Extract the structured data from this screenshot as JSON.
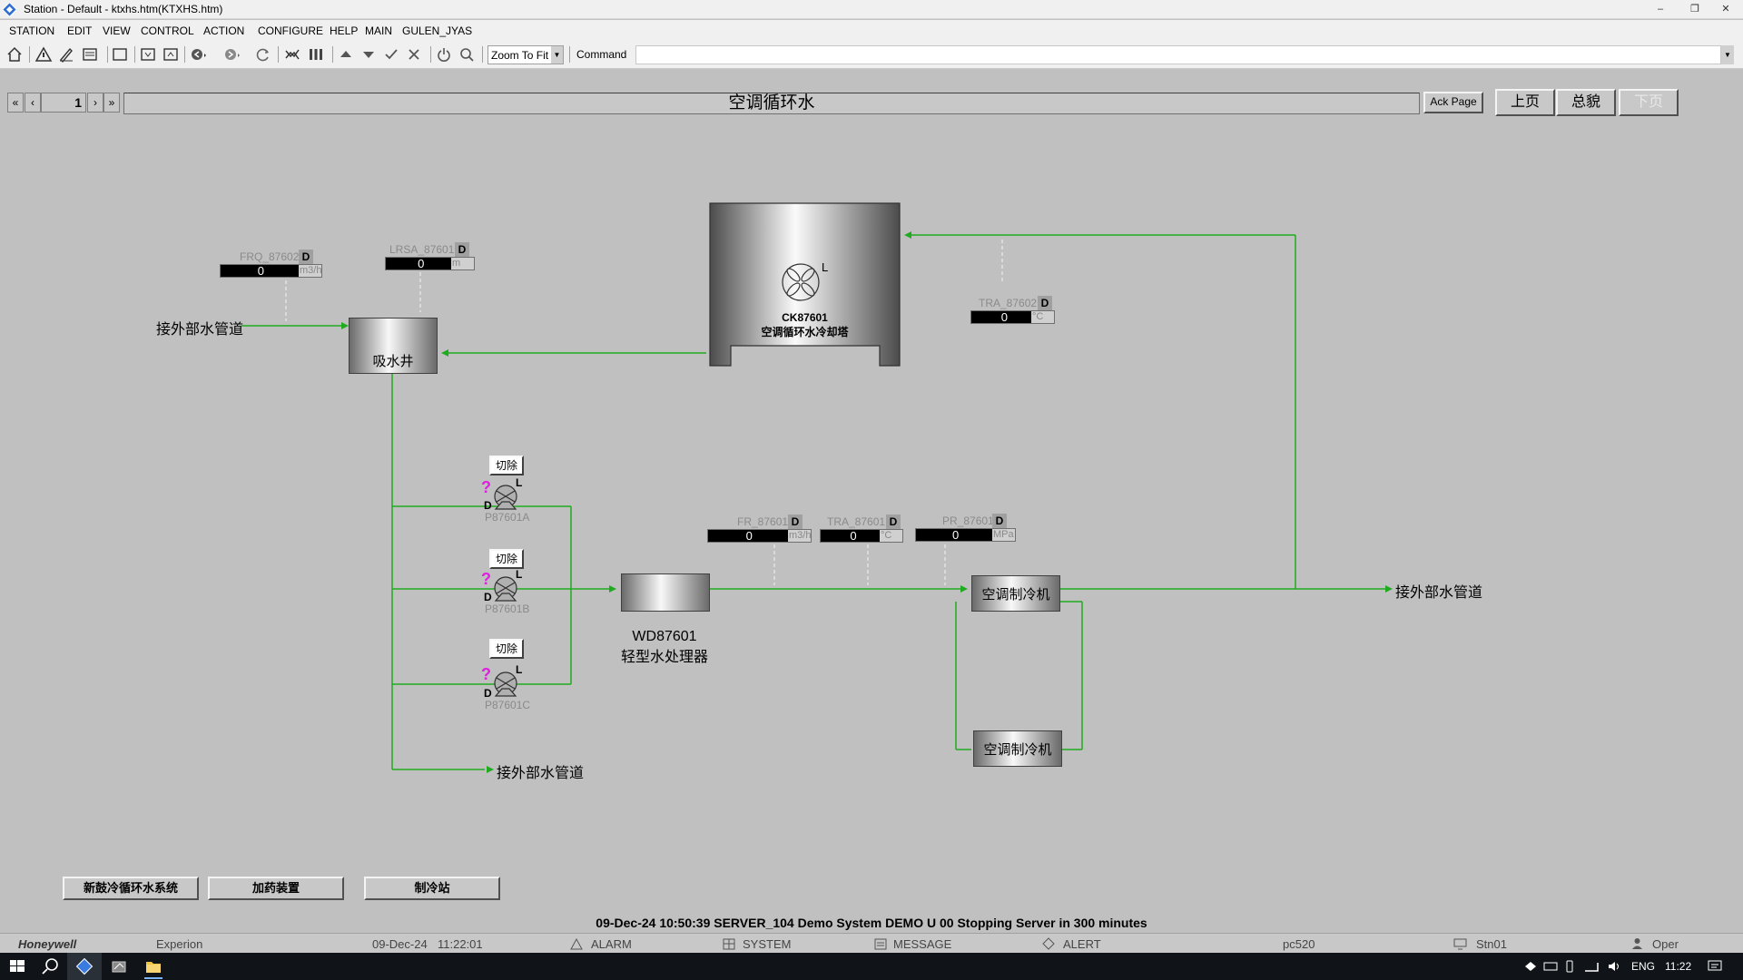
{
  "window": {
    "title": "Station - Default - ktxhs.htm(KTXHS.htm)",
    "minimize": "–",
    "restore": "❐",
    "close": "✕"
  },
  "menu": [
    "STATION",
    "EDIT",
    "VIEW",
    "CONTROL",
    "ACTION",
    "CONFIGURE",
    "HELP",
    "MAIN",
    "GULEN_JYAS"
  ],
  "toolbar": {
    "zoom_value": "Zoom To Fit",
    "command_label": "Command",
    "command_value": ""
  },
  "page_nav": {
    "first": "«",
    "prev": "‹",
    "page_number": "1",
    "next": "›",
    "last": "»",
    "page_title": "空调循环水",
    "ack_page": "Ack Page",
    "prev_page": "上页",
    "overview": "总貌",
    "next_page": "下页"
  },
  "tags": {
    "frq": {
      "name": "FRQ_87602",
      "value": "0",
      "unit": "m3/h",
      "mode": "D"
    },
    "lrsa": {
      "name": "LRSA_87601",
      "value": "0",
      "unit": "m",
      "mode": "D"
    },
    "tra_top": {
      "name": "TRA_87602",
      "value": "0",
      "unit": "°C",
      "mode": "D"
    },
    "fr": {
      "name": "FR_87601",
      "value": "0",
      "unit": "m3/h",
      "mode": "D"
    },
    "tra_mid": {
      "name": "TRA_87601",
      "value": "0",
      "unit": "°C",
      "mode": "D"
    },
    "pr": {
      "name": "PR_87601",
      "value": "0",
      "unit": "MPa",
      "mode": "D"
    }
  },
  "equipment": {
    "suction_well": "吸水井",
    "tower_id": "CK87601",
    "tower_name": "空调循环水冷却塔",
    "tower_fan_letter": "L",
    "treater_id": "WD87601",
    "treater_name": "轻型水处理器",
    "chiller_1": "空调制冷机",
    "chiller_2": "空调制冷机"
  },
  "flow_labels": {
    "inlet": "接外部水管道",
    "outlet_right": "接外部水管道",
    "outlet_bottom": "接外部水管道"
  },
  "pumps": [
    {
      "name": "P87601A",
      "cut": "切除",
      "status": "?",
      "mode": "D",
      "local": "L"
    },
    {
      "name": "P87601B",
      "cut": "切除",
      "status": "?",
      "mode": "D",
      "local": "L"
    },
    {
      "name": "P87601C",
      "cut": "切除",
      "status": "?",
      "mode": "D",
      "local": "L"
    }
  ],
  "bottom_nav": [
    "新鼓冷循环水系统",
    "加药装置",
    "制冷站"
  ],
  "message": "09-Dec-24  10:50:39  SERVER_104  Demo System  DEMO  U 00 Stopping Server in 300 minutes",
  "status_bar": {
    "brand": "Honeywell",
    "product": "Experion",
    "date": "09-Dec-24",
    "time": "11:22:01",
    "alarm": "ALARM",
    "system": "SYSTEM",
    "message": "MESSAGE",
    "alert": "ALERT",
    "computer": "pc520",
    "station": "Stn01",
    "operator": "Oper"
  },
  "taskbar": {
    "lang": "ENG",
    "clock": "11:22"
  },
  "colors": {
    "pipe": "#1faa1f",
    "background": "#c0c0c0",
    "status_question": "#e020e0"
  }
}
